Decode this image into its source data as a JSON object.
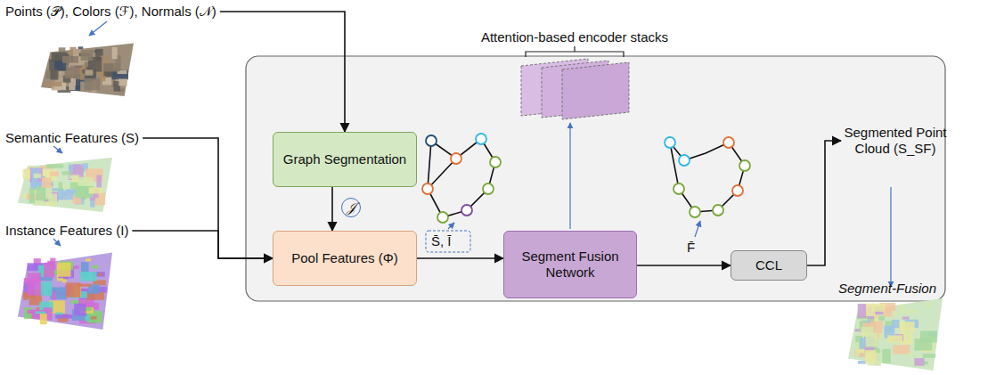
{
  "diagram": {
    "nodes": [
      {
        "text": [
          "Points (𝒫), Colors (ℱ), Normals (𝒩)"
        ]
      },
      {
        "text": [
          "Semantic Features (S)"
        ]
      },
      {
        "text": [
          "Instance Features (I)"
        ]
      },
      {
        "text": [
          "Segment-Fusion"
        ]
      },
      {
        "text": [
          "Graph Segmentation"
        ],
        "in": 3
      },
      {
        "text": [
          "Pool Features (Φ)"
        ],
        "in": 3
      },
      {
        "text": [
          "Segment Fusion Network"
        ],
        "in": 3
      },
      {
        "text": [
          "CCL"
        ],
        "in": 3
      },
      {
        "text": [
          "Segmented Point Cloud (S_SF)"
        ]
      }
    ],
    "edges": [
      {
        "from": 0,
        "to": 4,
        "arrow": "to"
      },
      {
        "from": 1,
        "to": 5,
        "arrow": "to"
      },
      {
        "from": 2,
        "to": 5,
        "arrow": "to"
      },
      {
        "from": 4,
        "to": 5,
        "label": "𝒥",
        "arrow": "to"
      },
      {
        "from": 5,
        "to": 6,
        "label": "S̄, Ī",
        "arrow": "to"
      },
      {
        "from": 6,
        "to": 7,
        "label": "F̄",
        "arrow": "to"
      },
      {
        "from": 7,
        "to": 8,
        "arrow": "to"
      }
    ],
    "labels": [
      "Attention-based encoder stacks"
    ]
  }
}
